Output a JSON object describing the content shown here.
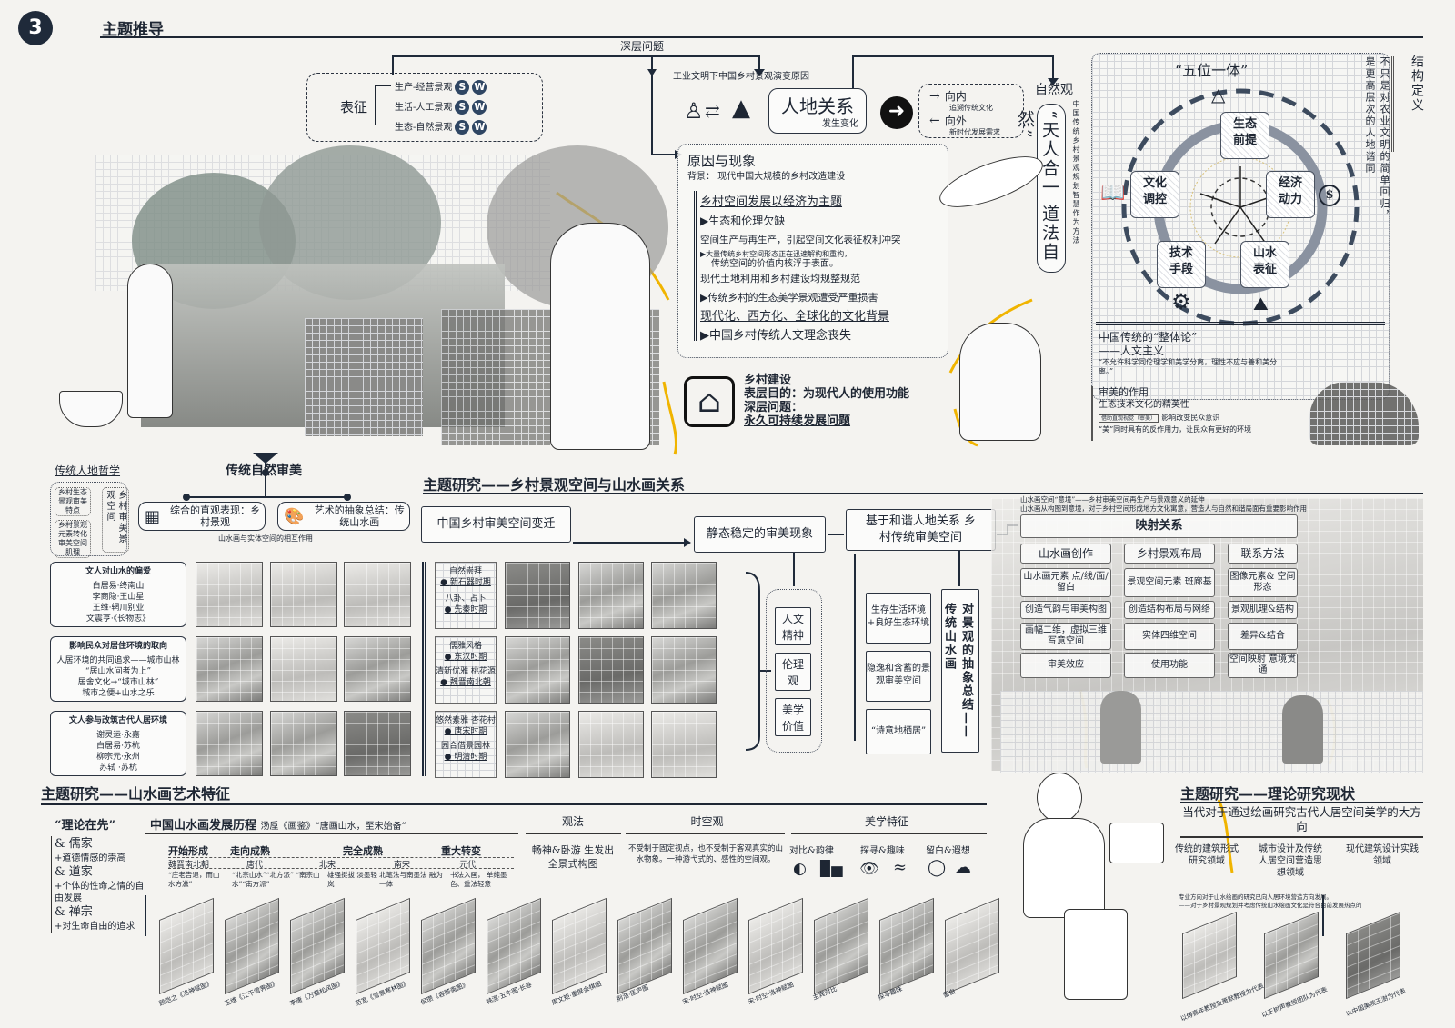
{
  "header": {
    "badge": "3",
    "title": "主题推导"
  },
  "top": {
    "deep_issue": "深层问题",
    "cause_title": "工业文明下中国乡村景观演变原因",
    "representation": {
      "label": "表征",
      "items": [
        "生产-经营景观",
        "生活-人工景观",
        "生态-自然景观"
      ],
      "s": "S",
      "w": "W"
    },
    "relation": {
      "title": "人地关系",
      "sub": "发生变化"
    },
    "direction": {
      "inward": "向内",
      "inward_sub": "追溯传统文化",
      "outward": "向外",
      "outward_sub": "新时代发展需求"
    },
    "nature": {
      "label": "自然观",
      "motto": "“天人合一 道法自然”",
      "method": "中国传统乡村景观规划智慧作为方法"
    },
    "causes": {
      "title": "原因与现象",
      "background": "背景： 现代中国大规模的乡村改造建设",
      "items": [
        "乡村空间发展以经济为主题",
        "▶生态和伦理欠缺",
        "空间生产与再生产，引起空间文化表征权利冲突",
        "▶大量传统乡村空间形态正在迅速解构和重构，",
        "传统空间的价值内核浮于表面。",
        "现代土地利用和乡村建设均规整规范",
        "▶传统乡村的生态美学景观遭受严重损害",
        "现代化、西方化、全球化的文化背景",
        "▶中国乡村传统人文理念丧失"
      ]
    },
    "rural": {
      "l1": "乡村建设",
      "l2": "表层目的：为现代人的使用功能",
      "l3": "深层问题：",
      "l4": "永久可持续发展问题"
    },
    "five": {
      "title": "“五位一体”",
      "nodes": [
        [
          "生态",
          "前提"
        ],
        [
          "经济",
          "动力"
        ],
        [
          "山水",
          "表征"
        ],
        [
          "技术",
          "手段"
        ],
        [
          "文化",
          "调控"
        ]
      ],
      "holism": "中国传统的“整体论”",
      "humanism": "——人文主义",
      "quote": "“不允许科学同伦理学和美学分离，理性不应与善和美分离。”"
    },
    "structure": {
      "title": "结构定义",
      "l1": "不只是对农业文明的简单回归，",
      "l2": "是更高层次的人地谐同"
    },
    "aesthetic_role": {
      "title": "审美的作用",
      "l1": "生态技术文化的精英性",
      "tag": "借助直观视觉（审美）",
      "l2": "影响改变民众意识",
      "l3": "“美”同时具有的反作用力，让民众有更好的环境"
    }
  },
  "middle_left": {
    "heading": "传统自然审美",
    "philosophy": "传统人地哲学",
    "small_boxes": [
      "乡村生态景观审美特点",
      "乡村景观元素转化审美空间肌理"
    ],
    "vertical": "乡村审美景观空间",
    "intuitive": "综合的直观表现：乡村景观",
    "abstract": "艺术的抽象总结：传统山水画",
    "interaction": "山水画与实体空间的相互作用",
    "boxes": [
      {
        "title": "文人对山水的偏爱",
        "lines": [
          "白居易·终南山",
          "李商隐·王山星",
          "王维·辋川别业",
          "文震亨·《长物志》"
        ]
      },
      {
        "title": "影响民众对居住环境的取向",
        "lines": [
          "人居环境的共同追求——城市山林",
          "“居山水间者为上”",
          "居舍文化→“城市山林”",
          "城市之便+山水之乐"
        ]
      },
      {
        "title": "文人参与改筑古代人居环境",
        "lines": [
          "谢灵运·永嘉",
          "白居易·苏杭",
          "柳宗元·永州",
          "苏轼 ·苏杭"
        ]
      }
    ]
  },
  "relation_study": {
    "title": "主题研究——乡村景观空间与山水画关系",
    "flow": [
      "中国乡村审美空间变迁",
      "静态稳定的审美现象",
      "基于和谐人地关系 乡村传统审美空间"
    ],
    "periods": [
      [
        [
          "自然崇拜",
          "新石器时期"
        ],
        [
          "八卦、占卜",
          "先秦时期"
        ]
      ],
      [
        [
          "儒雅风格",
          "东汉时期"
        ],
        [
          "清新优雅 桃花源",
          "魏晋南北朝"
        ]
      ],
      [
        [
          "悠然素雅 杏花村",
          "唐宋时期"
        ],
        [
          "园合借景园林",
          "明清时期"
        ]
      ]
    ],
    "values": [
      "人文精神",
      "伦理观",
      "美学价值"
    ],
    "spaces": [
      "生存生活环境+良好生态环境",
      "隐逸和含蓄的景观审美空间",
      "“诗意地栖居”"
    ],
    "summary": "对景观的抽象总结——传统山水画",
    "mapping": {
      "intro1": "山水画空间“意境”——乡村审美空间再生产与景观意义的延伸",
      "intro2": "山水画从构图到意境，对于乡村空间形成地方文化寓意，营造人与自然和谐局面有重要影响作用",
      "title": "映射关系",
      "rows": [
        [
          "山水画创作",
          "乡村景观布局",
          "联系方法"
        ],
        [
          "山水画元素 点/线/面/留白",
          "景观空间元素 斑廊基",
          "图像元素& 空间形态"
        ],
        [
          "创造气韵与审美构图",
          "创造结构布局与网络",
          "景观肌理&结构"
        ],
        [
          "画幅二维，虚拟三维 写意空间",
          "实体四维空间",
          "差异&结合"
        ],
        [
          "审美效应",
          "使用功能",
          "空间映射 意境贯通"
        ]
      ]
    }
  },
  "art": {
    "title": "主题研究——山水画艺术特征",
    "theory": {
      "title": "“理论在先”",
      "items": [
        [
          "& 儒家",
          "+道德情感的崇高"
        ],
        [
          "& 道家",
          "+个体的性命之情的自由发展"
        ],
        [
          "& 禅宗",
          "+对生命自由的追求"
        ]
      ]
    },
    "history": {
      "title": "中国山水画发展历程",
      "source": "汤垕《画鉴》“唐画山水，至宋始备”",
      "stages": [
        "开始形成",
        "走向成熟",
        "完全成熟",
        "重大转变"
      ],
      "dynasties": [
        "魏晋南北朝",
        "唐代",
        "北宋",
        "南宋",
        "元代"
      ],
      "notes": [
        "“庄老告退，而山水方滋”",
        "“北宗山水”“北方派” “南宗山水”“南方派”",
        "雄强挺拔 淡墨轻岚",
        "北笔法与南墨法 融为一体",
        "书法入画， 单纯墨色、重法轻意"
      ]
    },
    "view": {
      "title": "观法",
      "text": "畅神&卧游 生发出全景式构图"
    },
    "spacetime": {
      "title": "时空观",
      "text": "不受制于固定视点，也不受制于客观真实的山水物象。一种游弋式的、感性的空间观。"
    },
    "aesthetics": {
      "title": "美学特征",
      "items": [
        "对比&韵律",
        "探寻&趣味",
        "留白&遐想"
      ]
    },
    "captions": [
      "顾恺之《洛神赋图》",
      "王维《江干雪霁图》",
      "李唐《万壑松风图》",
      "范宽《雪景寒林图》",
      "倪瓒《容膝斋图》",
      "韩滉·五牛图·长卷",
      "周文矩·重屏会棋图",
      "荆浩·匡庐图",
      "宋·时空·洛神赋图",
      "宋·时空·洛神赋图",
      "主宾对比",
      "探寻趣味",
      "留白"
    ]
  },
  "status": {
    "title": "主题研究——理论研究现状",
    "subtitle": "当代对于通过绘画研究古代人居空间美学的大方向",
    "fields": [
      "传统的建筑形式研究领域",
      "城市设计及传统人居空间营造思想领域",
      "现代建筑设计实践领域"
    ],
    "note1": "专业方向对于山水绘画的研究已向人居环境营造方向发展。",
    "note2": "——对于乡村景观规划并考虑传统山水绘画文化是符合目前发展热点的",
    "captions": [
      "以傅熹年教授及萧默教授为代表",
      "以王树声教授团队为代表",
      "以中国美院王澍为代表"
    ]
  },
  "colors": {
    "navy": "#1f2a3a",
    "accent_yellow": "#f0b400",
    "sw_blue": "#2f4663"
  }
}
